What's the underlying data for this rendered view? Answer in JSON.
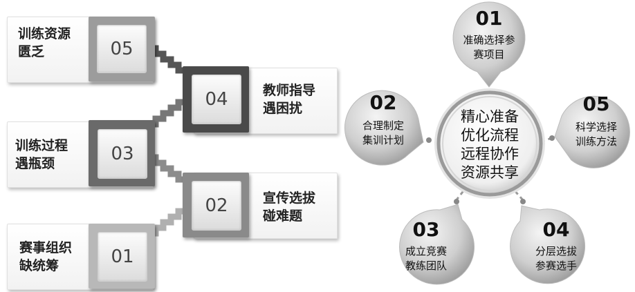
{
  "steps": [
    {
      "num": "05",
      "label_line1": "训练资源",
      "label_line2": "匮乏"
    },
    {
      "num": "04",
      "label_line1": "教师指导",
      "label_line2": "遇困扰"
    },
    {
      "num": "03",
      "label_line1": "训练过程",
      "label_line2": "遇瓶颈"
    },
    {
      "num": "02",
      "label_line1": "宣传选拔",
      "label_line2": "碰难题"
    },
    {
      "num": "01",
      "label_line1": "赛事组织",
      "label_line2": "缺统筹"
    }
  ],
  "center": {
    "line1": "精心准备",
    "line2": "优化流程",
    "line3": "远程协作",
    "line4": "资源共享"
  },
  "bubbles": [
    {
      "num": "01",
      "line1": "准确选择参",
      "line2": "赛项目"
    },
    {
      "num": "02",
      "line1": "合理制定",
      "line2": "集训计划"
    },
    {
      "num": "05",
      "line1": "科学选择",
      "line2": "训练方法"
    },
    {
      "num": "03",
      "line1": "成立竞赛",
      "line2": "教练团队"
    },
    {
      "num": "04",
      "line1": "分层选拔",
      "line2": "参赛选手"
    }
  ]
}
